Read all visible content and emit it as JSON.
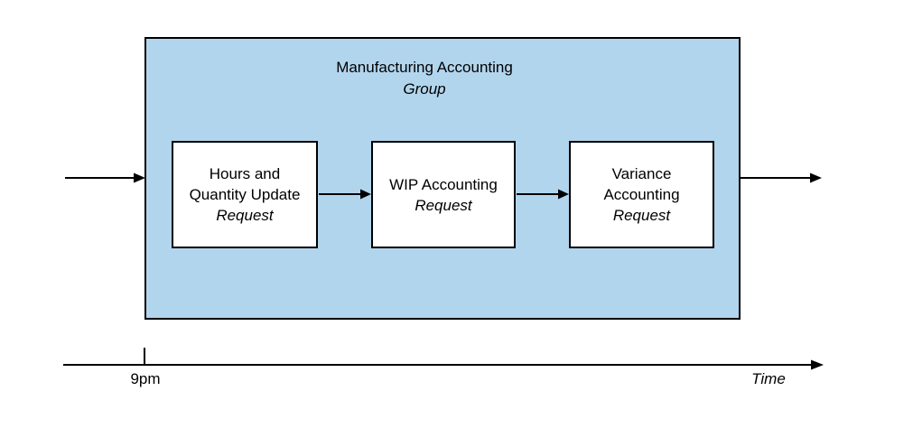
{
  "diagram": {
    "group": {
      "title": "Manufacturing Accounting",
      "subtitle": "Group"
    },
    "steps": [
      {
        "lines": [
          "Hours and",
          "Quantity Update"
        ],
        "emphasis": "Request"
      },
      {
        "lines": [
          "WIP Accounting"
        ],
        "emphasis": "Request"
      },
      {
        "lines": [
          "Variance",
          "Accounting"
        ],
        "emphasis": "Request"
      }
    ],
    "timeline": {
      "tick_label": "9pm",
      "axis_label": "Time"
    },
    "colors": {
      "group_fill": "#b2d5ee",
      "box_fill": "#ffffff",
      "stroke": "#000000"
    }
  }
}
